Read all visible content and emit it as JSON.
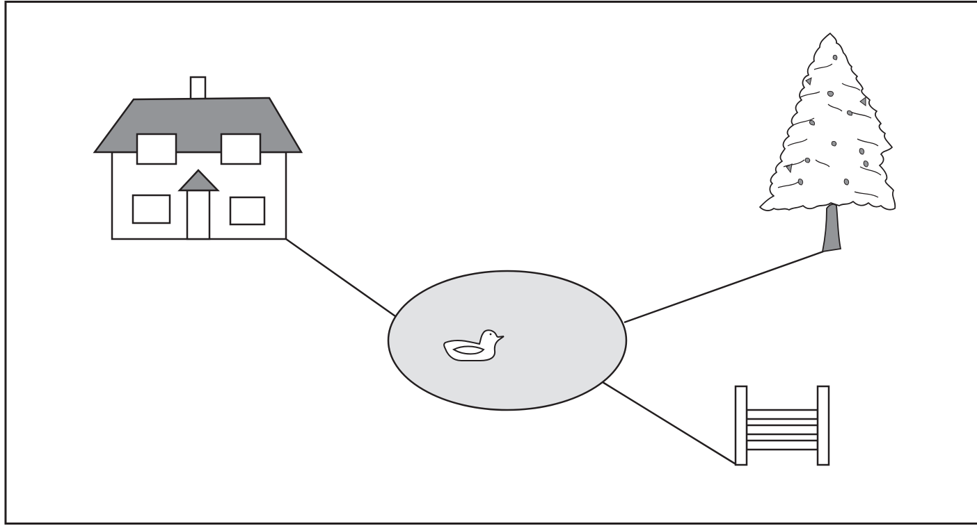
{
  "diagram": {
    "type": "map-diagram",
    "central_node": "pond",
    "nodes": [
      {
        "id": "house",
        "icon": "house-icon"
      },
      {
        "id": "pond",
        "icon": "pond-icon",
        "contains": "duck-icon"
      },
      {
        "id": "tree",
        "icon": "tree-icon"
      },
      {
        "id": "gate",
        "icon": "gate-icon"
      }
    ],
    "edges": [
      {
        "from": "house",
        "to": "pond"
      },
      {
        "from": "tree",
        "to": "pond"
      },
      {
        "from": "gate",
        "to": "pond"
      }
    ],
    "colors": {
      "stroke": "#231f20",
      "roof_fill": "#939598",
      "pond_fill": "#e1e2e4",
      "trunk_fill": "#939598",
      "background": "#ffffff"
    }
  }
}
